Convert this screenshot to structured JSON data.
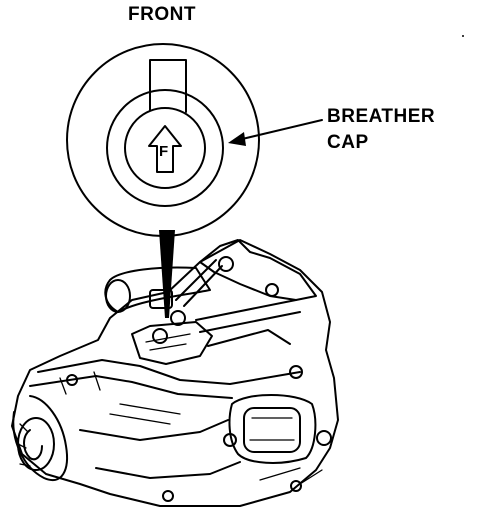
{
  "diagram": {
    "orientation_label": "FRONT",
    "callout_line1": "BREATHER",
    "callout_line2": "CAP",
    "cap_marking": "F"
  },
  "colors": {
    "ink": "#000000",
    "background": "#ffffff"
  }
}
